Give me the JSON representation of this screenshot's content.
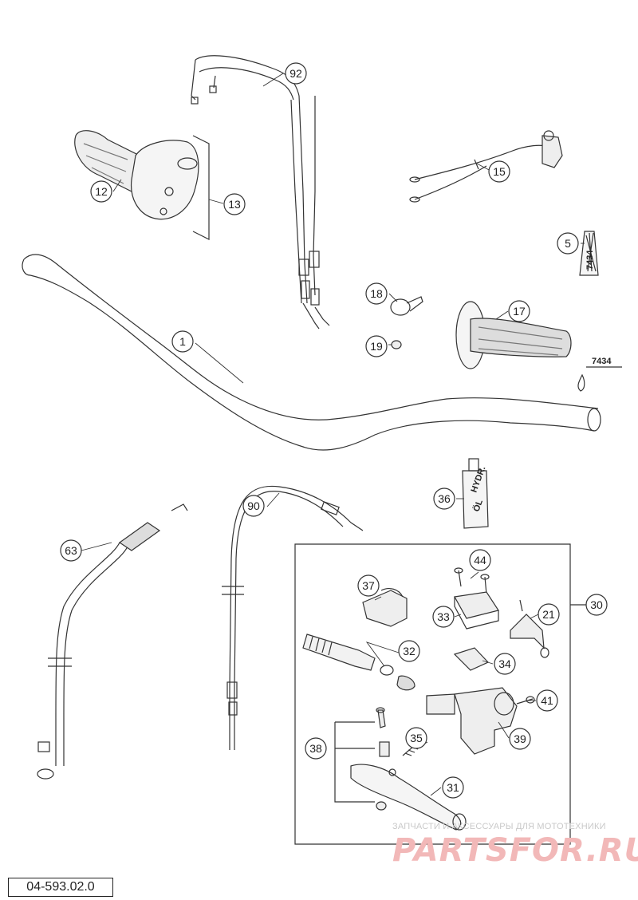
{
  "diagram": {
    "drawing_number": "04-593.02.0",
    "callouts": [
      "92",
      "12",
      "13",
      "15",
      "5",
      "1",
      "18",
      "17",
      "19",
      "63",
      "90",
      "36",
      "44",
      "37",
      "33",
      "21",
      "30",
      "32",
      "34",
      "41",
      "38",
      "35",
      "39",
      "31"
    ],
    "labels": {
      "part_7434": "7434",
      "tool_7434": "7434",
      "bottle_line1": "HYDR.",
      "bottle_line2": "ÖL"
    }
  },
  "watermark": {
    "tagline": "ЗАПЧАСТИ И АКСЕССУАРЫ ДЛЯ МОТОТЕХНИКИ",
    "brand": "PARTSFOR.RU"
  }
}
